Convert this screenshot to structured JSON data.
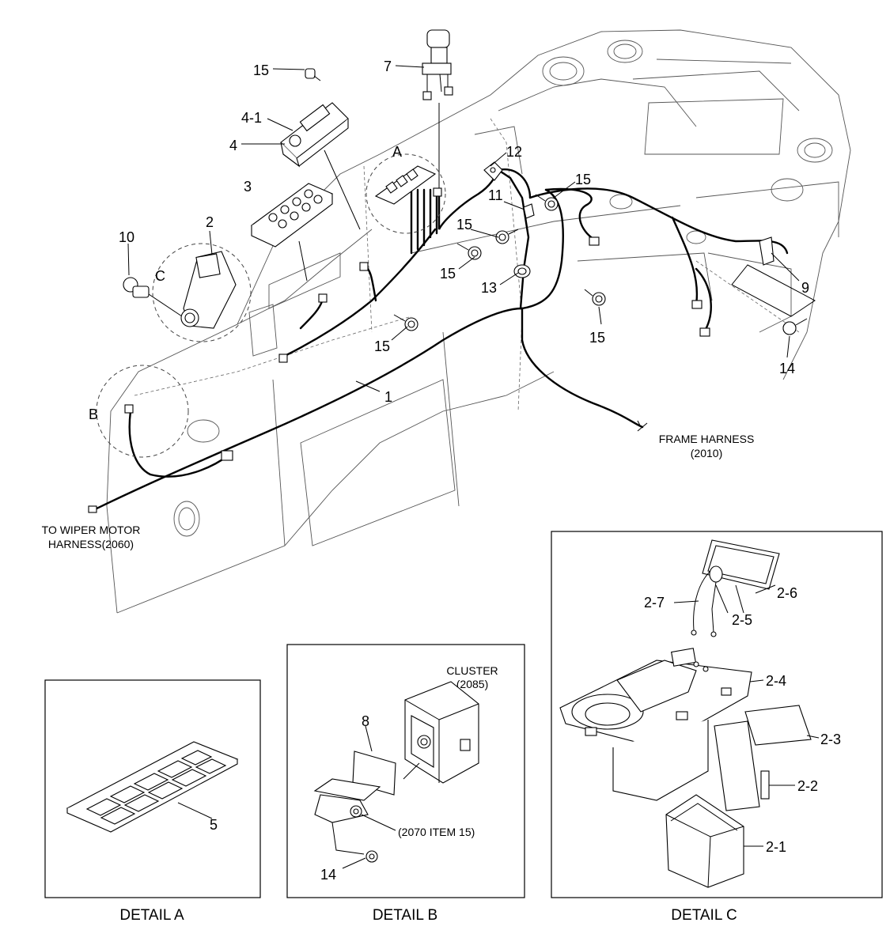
{
  "labels": {
    "l15a": "15",
    "l7": "7",
    "l41": "4-1",
    "l4": "4",
    "l3": "3",
    "l2": "2",
    "l10": "10",
    "lC": "C",
    "lA": "A",
    "l12": "12",
    "l15b": "15",
    "l11": "11",
    "l15c": "15",
    "l15d": "15",
    "l13": "13",
    "l15e": "15",
    "l15f": "15",
    "l9": "9",
    "l14": "14",
    "l1": "1",
    "lB": "B",
    "frame1": "FRAME HARNESS",
    "frame2": "(2010)",
    "wiper1": "TO WIPER MOTOR",
    "wiper2": "HARNESS(2060)",
    "l5": "5",
    "cluster1": "CLUSTER",
    "cluster2": "(2085)",
    "l8": "8",
    "item15": "(2070 ITEM 15)",
    "l14b": "14",
    "l27": "2-7",
    "l26": "2-6",
    "l25": "2-5",
    "l24": "2-4",
    "l23": "2-3",
    "l22": "2-2",
    "l21": "2-1"
  },
  "captions": {
    "detail_a": "DETAIL A",
    "detail_b": "DETAIL B",
    "detail_c": "DETAIL C"
  }
}
